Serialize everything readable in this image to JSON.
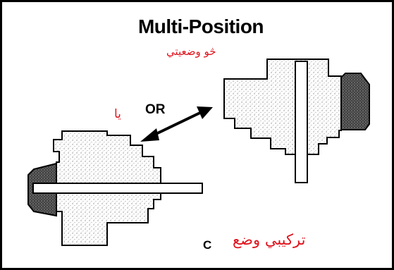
{
  "title": "Multi-Position",
  "annotation_top": "څو وضعیتي",
  "annotation_or_translation": "یا",
  "or_label": "OR",
  "figure_label": "C",
  "annotation_bottom": "ترکیبي وضع",
  "colors": {
    "frame": "#000000",
    "annotation_red": "#e0141e",
    "stipple": "#9a9a9a",
    "dark_hatch": "#3a3a3a"
  }
}
